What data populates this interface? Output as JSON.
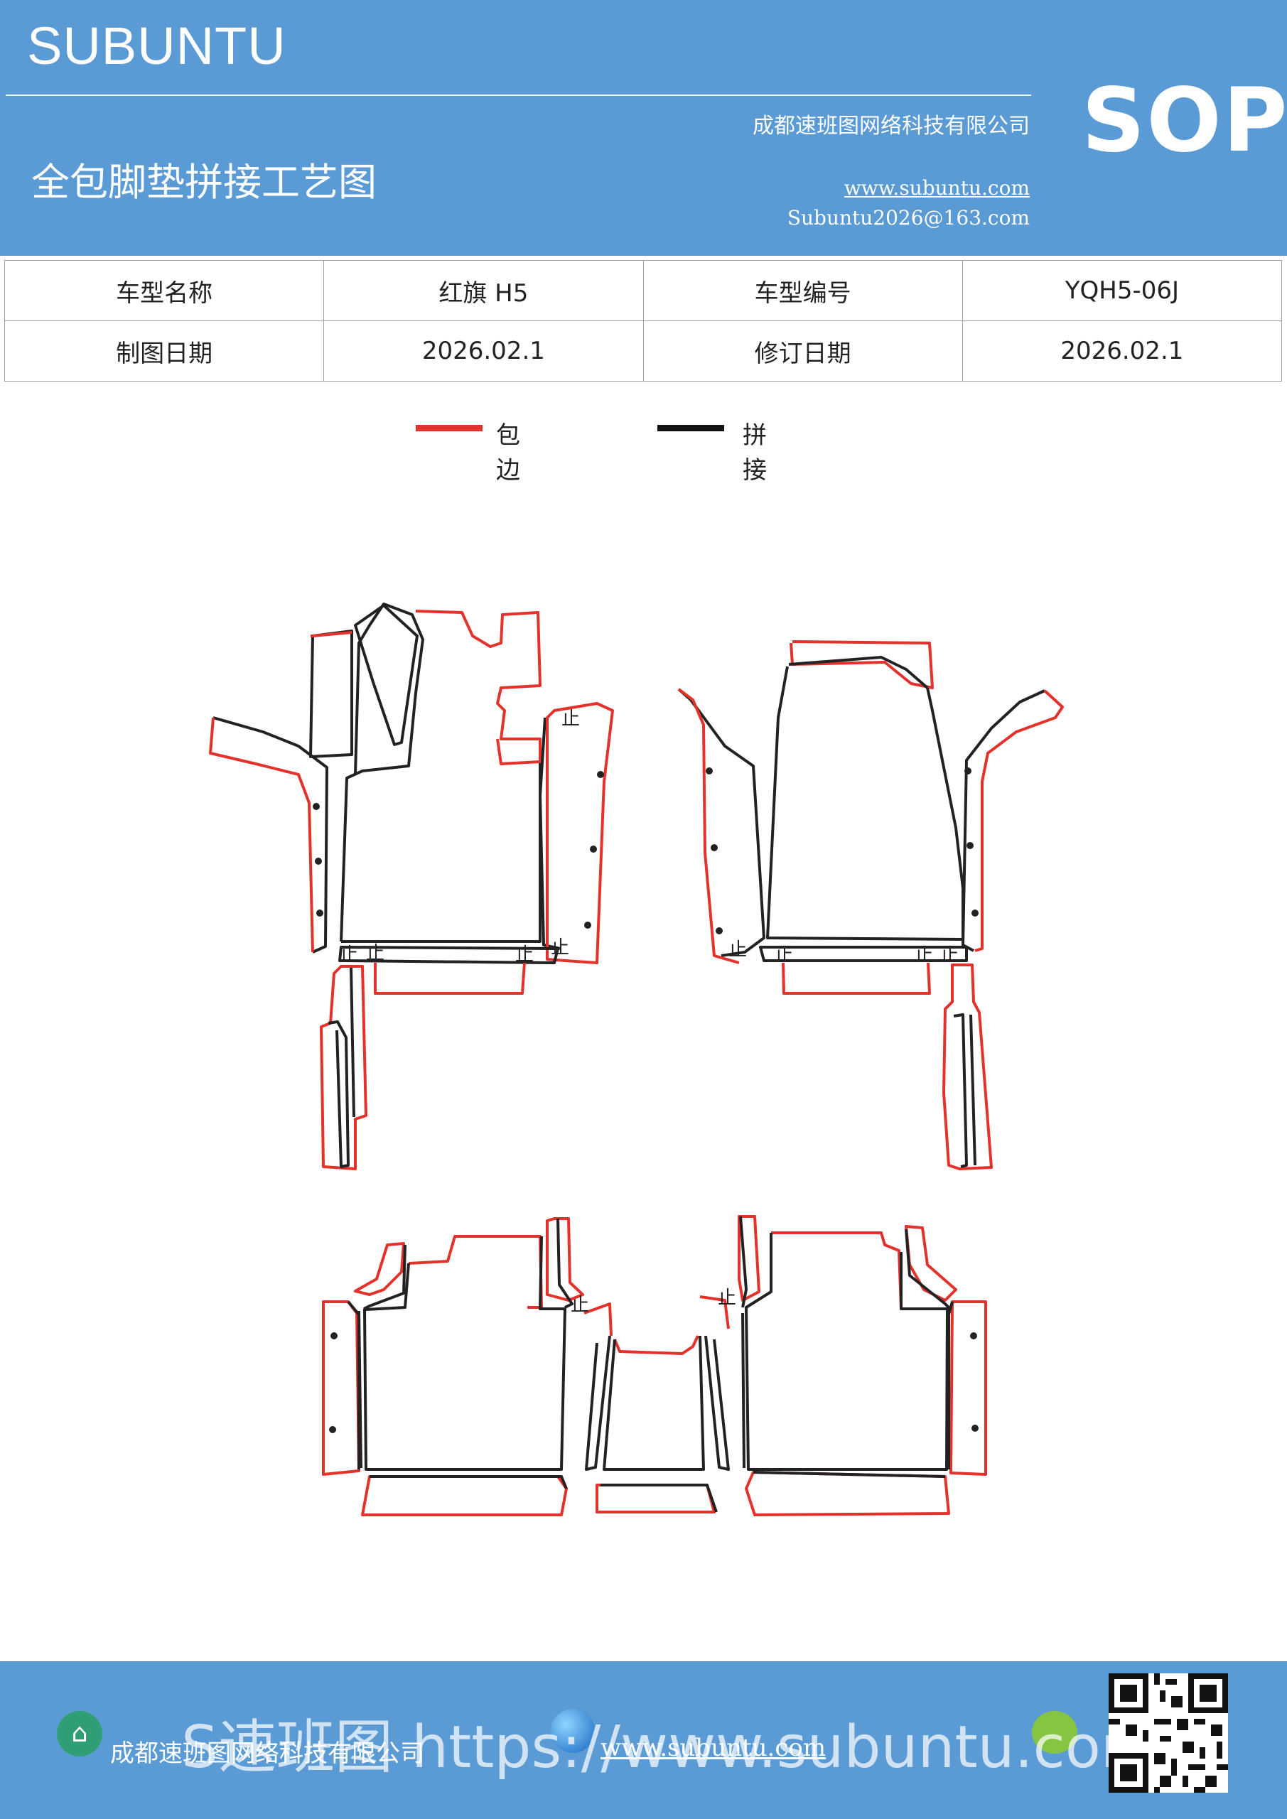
{
  "header": {
    "brand": "SUBUNTU",
    "company": "成都速班图网络科技有限公司",
    "title": "全包脚垫拼接工艺图",
    "website": "www.subuntu.com",
    "email": "Subuntu2026@163.com",
    "badge": "SOP"
  },
  "info_table": {
    "row1": [
      "车型名称",
      "红旗 H5",
      "车型编号",
      "YQH5-06J"
    ],
    "row2": [
      "制图日期",
      "2026.02.1",
      "修订日期",
      "2026.02.1"
    ]
  },
  "legend": {
    "items": [
      {
        "label": "包边",
        "color": "#e2322b"
      },
      {
        "label": "拼接",
        "color": "#111111"
      }
    ]
  },
  "diagram": {
    "marker_glyph": "止"
  },
  "footer": {
    "company": "成都速班图网络科技有限公司",
    "website": "www.subuntu.com",
    "banner": "S速班图 https://www.subuntu.com",
    "icons": [
      "building-icon",
      "globe-icon",
      "wechat-icon",
      "qr-code"
    ]
  }
}
